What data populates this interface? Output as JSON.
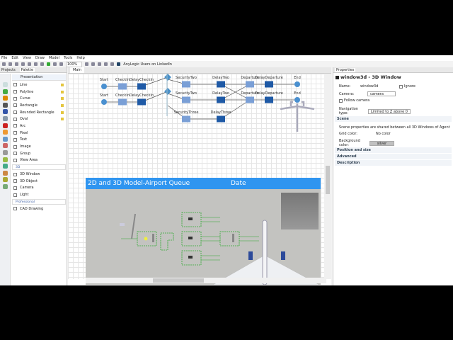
{
  "menu": [
    "File",
    "Edit",
    "View",
    "Draw",
    "Model",
    "Tools",
    "Help"
  ],
  "toolbar": {
    "zoom": "100%",
    "link": "AnyLogic Users on LinkedIn"
  },
  "left": {
    "tabs": [
      "Projects",
      "Palette"
    ],
    "section": "Presentation",
    "items": [
      "Line",
      "Polyline",
      "Curve",
      "Rectangle",
      "Rounded Rectangle",
      "Oval",
      "Arc",
      "Pixel",
      "Text",
      "Image",
      "Group",
      "View Area"
    ],
    "section3d": "3D",
    "items3d": [
      "3D Window",
      "3D Object",
      "Camera",
      "Light"
    ],
    "sectionPro": "Professional",
    "itemsPro": [
      "CAD Drawing"
    ]
  },
  "editor": {
    "tab": "Main",
    "labels": {
      "start": "Start",
      "checkin": "CheckIn",
      "delayCheckin": "DelayCheckIn",
      "secTwo": "SecurityTwo",
      "secThree": "SecurityThree",
      "delayTwo": "DelayTwo",
      "delayThree": "DelayThree",
      "departure": "Departure",
      "delayDeparture": "DelayDeparture",
      "end": "End"
    },
    "view_title": "2D and 3D Model-Airport Queue",
    "view_date": "Date"
  },
  "props": {
    "tab": "Properties",
    "title": "window3d - 3D Window",
    "name_label": "Name:",
    "name_value": "window3d",
    "ignore": "Ignore",
    "camera_label": "Camera:",
    "camera_value": "camera",
    "follow": "Follow camera",
    "nav_label": "Navigation type:",
    "nav_value": "Limited to Z above 0",
    "scene": "Scene",
    "scene_note": "Scene properties are shared between all 3D Windows of Agent",
    "grid_label": "Grid color:",
    "grid_value": "No color",
    "bg_label": "Background color:",
    "bg_value": "silver",
    "position": "Position and size",
    "advanced": "Advanced",
    "description": "Description"
  },
  "colors": {
    "accent": "#2f95f0",
    "node": "#7a9fd6",
    "delay": "#1f5aa6"
  }
}
